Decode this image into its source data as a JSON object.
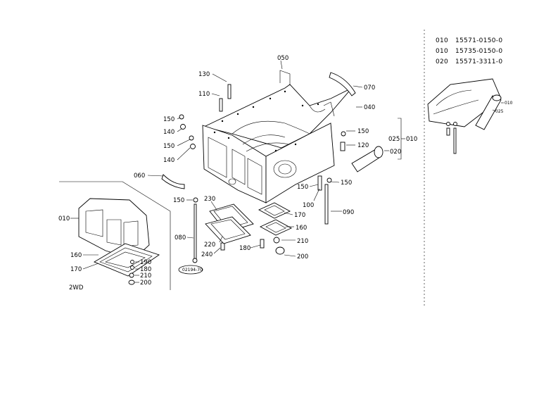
{
  "callouts": {
    "c050": "050",
    "c070": "070",
    "c130": "130",
    "c110": "110",
    "c040": "040",
    "c150a": "150",
    "c140a": "140",
    "c150b": "150",
    "c140b": "140",
    "c150c": "150",
    "c025": "025",
    "c010": "010",
    "c120": "120",
    "c020": "020",
    "c060": "060",
    "c150d": "150",
    "c150e": "150",
    "c100": "100",
    "c090": "090",
    "c150f": "150",
    "c230": "230",
    "c170": "170",
    "c080": "080",
    "c160": "160",
    "c220": "220",
    "c210": "210",
    "c240": "240",
    "c180": "180",
    "c200": "200",
    "c010_2wd": "010",
    "c160_2wd": "160",
    "c170_2wd": "170",
    "c190": "190",
    "c180_2wd": "180",
    "c210_2wd": "210",
    "c200_2wd": "200",
    "inset_010": "010",
    "inset_025": "025"
  },
  "variant_label": "2WD",
  "stamp": "02194-70",
  "reference_list": [
    {
      "ref": "010",
      "part_no": "15571-0150-0"
    },
    {
      "ref": "010",
      "part_no": "15735-0150-0"
    },
    {
      "ref": "020",
      "part_no": "15571-3311-0"
    }
  ]
}
